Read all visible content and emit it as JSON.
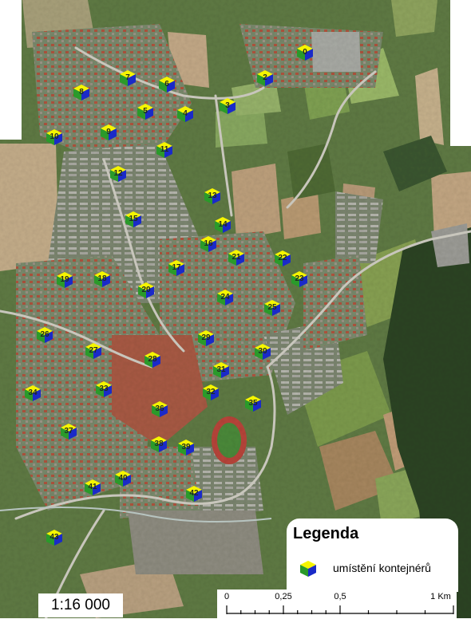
{
  "map": {
    "colors": {
      "cube_top": "#f5f500",
      "cube_front": "#2a9a2a",
      "cube_side": "#1a2ac8"
    },
    "markers": [
      {
        "label": "0"
      },
      {
        "label": "2"
      },
      {
        "label": "3"
      },
      {
        "label": "4"
      },
      {
        "label": "5"
      },
      {
        "label": "6"
      },
      {
        "label": "7"
      },
      {
        "label": "8"
      },
      {
        "label": "9"
      },
      {
        "label": "10"
      },
      {
        "label": "11"
      },
      {
        "label": "12"
      },
      {
        "label": "13"
      },
      {
        "label": "14"
      },
      {
        "label": "15"
      },
      {
        "label": "16"
      },
      {
        "label": "17"
      },
      {
        "label": "18"
      },
      {
        "label": "19"
      },
      {
        "label": "20"
      },
      {
        "label": "21"
      },
      {
        "label": "22"
      },
      {
        "label": "23"
      },
      {
        "label": "24"
      },
      {
        "label": "25"
      },
      {
        "label": "26"
      },
      {
        "label": "27"
      },
      {
        "label": "28"
      },
      {
        "label": "29"
      },
      {
        "label": "30"
      },
      {
        "label": "31"
      },
      {
        "label": "32"
      },
      {
        "label": "33"
      },
      {
        "label": "34"
      },
      {
        "label": "35"
      },
      {
        "label": "36"
      },
      {
        "label": "37"
      },
      {
        "label": "38"
      },
      {
        "label": "39"
      },
      {
        "label": "40"
      },
      {
        "label": "41"
      },
      {
        "label": "42"
      },
      {
        "label": "43"
      },
      {
        "label": "44"
      }
    ]
  },
  "legend": {
    "title": "Legenda",
    "item_label": "umístění kontejnérů",
    "item_icon": "container-cube-icon"
  },
  "scale": {
    "ratio": "1:16 000",
    "ticks": [
      "0",
      "0,25",
      "0,5",
      "1 Km"
    ]
  }
}
